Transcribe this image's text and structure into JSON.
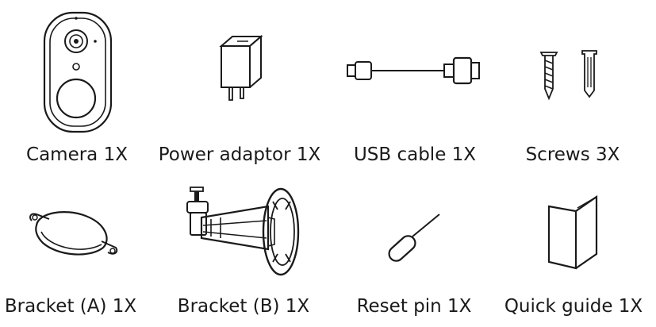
{
  "items": [
    {
      "label": "Camera 1X"
    },
    {
      "label": "Power adaptor 1X"
    },
    {
      "label": "USB cable 1X"
    },
    {
      "label": "Screws 3X"
    },
    {
      "label": "Bracket (A)  1X"
    },
    {
      "label": "Bracket (B) 1X"
    },
    {
      "label": "Reset pin 1X"
    },
    {
      "label": "Quick guide 1X"
    }
  ],
  "colors": {
    "line": "#1a1a1a",
    "background": "#ffffff"
  }
}
